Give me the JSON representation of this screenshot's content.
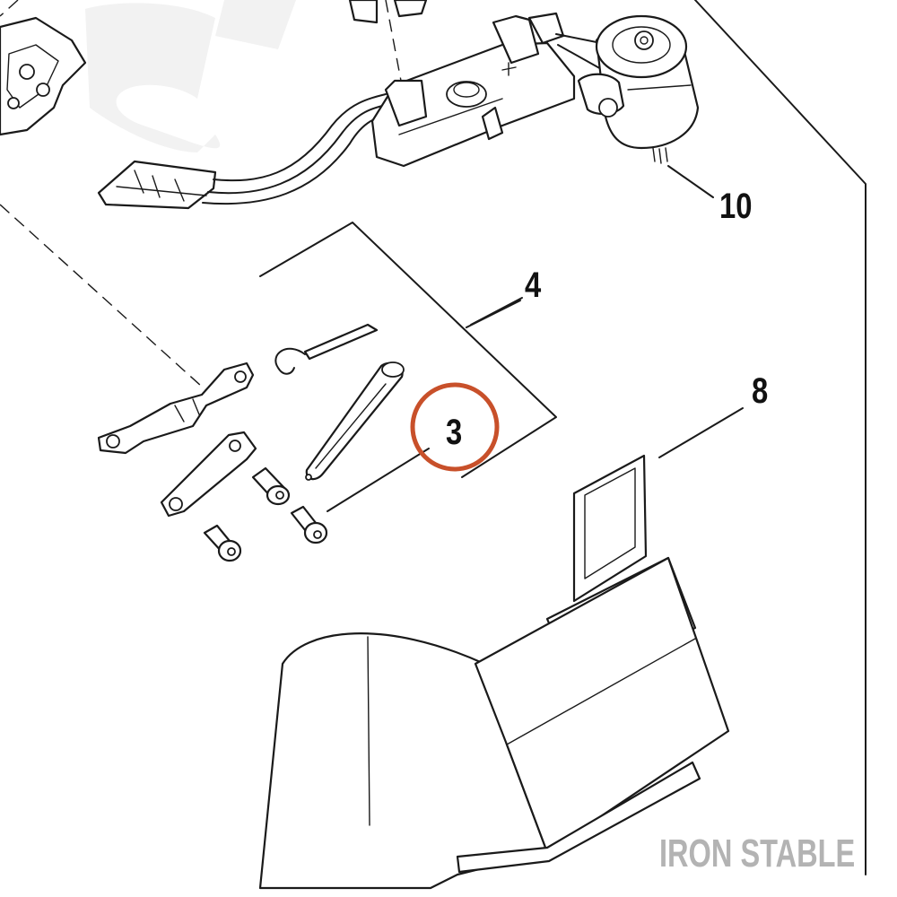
{
  "diagram": {
    "callouts": [
      {
        "id": "part-10",
        "label": "10"
      },
      {
        "id": "part-4",
        "label": "4"
      },
      {
        "id": "part-3",
        "label": "3"
      },
      {
        "id": "part-8",
        "label": "8"
      }
    ],
    "highlight_color": "#c8502a",
    "watermark": "IRON STABLE",
    "watermark_color": "#b3b3b3"
  }
}
